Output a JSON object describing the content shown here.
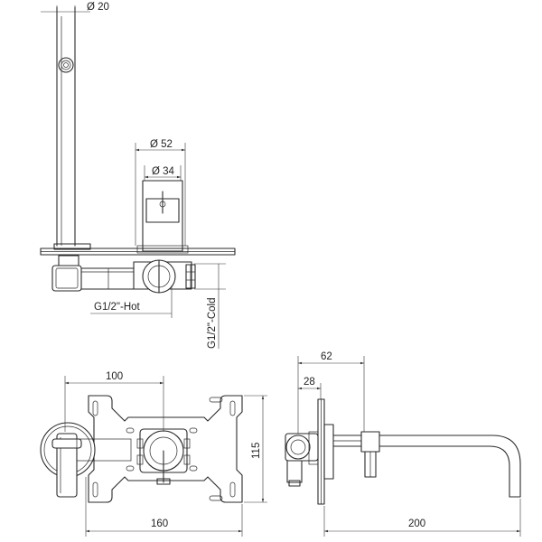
{
  "labels": {
    "dia_20": "Ø 20",
    "dia_52": "Ø 52",
    "dia_34": "Ø 34",
    "hot": "G1/2\"-Hot",
    "cold": "G1/2\"-Cold",
    "dim_100": "100",
    "dim_115": "115",
    "dim_160": "160",
    "dim_62": "62",
    "dim_28": "28",
    "dim_200": "200"
  },
  "colors": {
    "line": "#2a2a2a",
    "background": "#ffffff"
  }
}
